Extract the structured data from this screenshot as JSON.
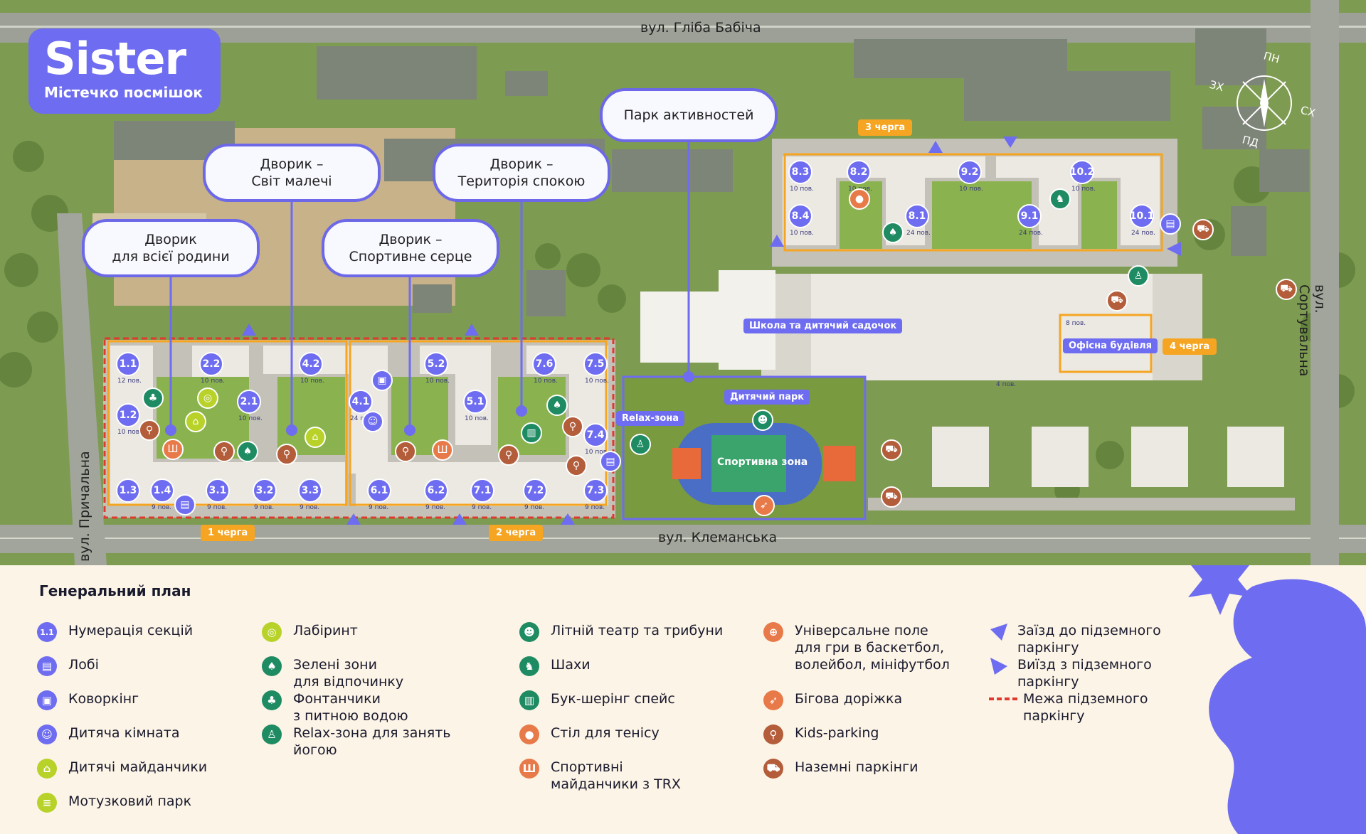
{
  "brand": {
    "name": "Sister",
    "tagline": "Містечко посмішок",
    "accent": "#6e6cf0",
    "orange": "#f5a522"
  },
  "streets": {
    "top": "вул. Гліба Бабіча",
    "bottom": "вул. Клеманська",
    "left": "вул. Причальна",
    "right": "вул. Сортувальна"
  },
  "compass": [
    "ПН",
    "СХ",
    "ПД",
    "ЗХ"
  ],
  "callouts": {
    "activity_park": "Парк активностей",
    "kids_world": "Дворик –\nСвіт малечі",
    "calm": "Дворик –\nТериторія спокою",
    "family": "Дворик\nдля всієї родини",
    "sport_heart": "Дворик –\nСпортивне серце"
  },
  "phases": {
    "p1": "1 черга",
    "p2": "2 черга",
    "p3": "3 черга",
    "p4": "4 черга"
  },
  "zones": {
    "school": "Школа та дитячий садочок",
    "office": "Офісна будівля",
    "office_floors": "8 пов.",
    "school_floors": "4 пов.",
    "kids_park": "Дитячий парк",
    "relax": "Relax-зона",
    "sport": "Спортивна зона"
  },
  "sections": [
    {
      "id": "1.1",
      "floors": "12 пов."
    },
    {
      "id": "1.2",
      "floors": "10 пов."
    },
    {
      "id": "1.3",
      "floors": ""
    },
    {
      "id": "1.4",
      "floors": "9 пов."
    },
    {
      "id": "2.1",
      "floors": "10 пов."
    },
    {
      "id": "2.2",
      "floors": "10 пов."
    },
    {
      "id": "3.1",
      "floors": "9 пов."
    },
    {
      "id": "3.2",
      "floors": "9 пов."
    },
    {
      "id": "3.3",
      "floors": "9 пов."
    },
    {
      "id": "4.1",
      "floors": "24 пов."
    },
    {
      "id": "4.2",
      "floors": "10 пов."
    },
    {
      "id": "5.1",
      "floors": "10 пов."
    },
    {
      "id": "5.2",
      "floors": "10 пов."
    },
    {
      "id": "6.1",
      "floors": "9 пов."
    },
    {
      "id": "6.2",
      "floors": "9 пов."
    },
    {
      "id": "7.1",
      "floors": "9 пов."
    },
    {
      "id": "7.2",
      "floors": "9 пов."
    },
    {
      "id": "7.3",
      "floors": "9 пов."
    },
    {
      "id": "7.4",
      "floors": "10 пов."
    },
    {
      "id": "7.5",
      "floors": "10 пов."
    },
    {
      "id": "7.6",
      "floors": "10 пов."
    },
    {
      "id": "8.1",
      "floors": "24 пов."
    },
    {
      "id": "8.2",
      "floors": "10 пов."
    },
    {
      "id": "8.3",
      "floors": "10 пов."
    },
    {
      "id": "8.4",
      "floors": "10 пов."
    },
    {
      "id": "9.1",
      "floors": "24 пов."
    },
    {
      "id": "9.2",
      "floors": "10 пов."
    },
    {
      "id": "10.1",
      "floors": "24 пов."
    },
    {
      "id": "10.2",
      "floors": "10 пов."
    }
  ],
  "legend": {
    "title": "Генеральний план",
    "badge_sample": "1.1",
    "items": [
      {
        "label": "Нумерація секцій",
        "icon": "section-number-icon",
        "color": "#6e6cf0"
      },
      {
        "label": "Лобі",
        "icon": "lobby-icon",
        "color": "#6e6cf0"
      },
      {
        "label": "Коворкінг",
        "icon": "coworking-icon",
        "color": "#6e6cf0"
      },
      {
        "label": "Дитяча кімната",
        "icon": "kids-room-icon",
        "color": "#6e6cf0"
      },
      {
        "label": "Дитячі майданчики",
        "icon": "playground-icon",
        "color": "#b8d22a"
      },
      {
        "label": "Мотузковий парк",
        "icon": "rope-park-icon",
        "color": "#b8d22a"
      },
      {
        "label": "Лабіринт",
        "icon": "labyrinth-icon",
        "color": "#b8d22a"
      },
      {
        "label": "Зелені зони\nдля відпочинку",
        "icon": "green-zone-icon",
        "color": "#1e8b63"
      },
      {
        "label": "Фонтанчики\nз питною водою",
        "icon": "fountain-icon",
        "color": "#1e8b63"
      },
      {
        "label": "Relax-зона для занять\nйогою",
        "icon": "yoga-icon",
        "color": "#1e8b63"
      },
      {
        "label": "Літній театр та трибуни",
        "icon": "theater-icon",
        "color": "#1e8b63"
      },
      {
        "label": "Шахи",
        "icon": "chess-icon",
        "color": "#1e8b63"
      },
      {
        "label": "Бук-шерінг спейс",
        "icon": "book-sharing-icon",
        "color": "#1e8b63"
      },
      {
        "label": "Стіл для тенісу",
        "icon": "tennis-icon",
        "color": "#e87a4a"
      },
      {
        "label": "Спортивні\nмайданчики з TRX",
        "icon": "trx-icon",
        "color": "#e87a4a"
      },
      {
        "label": "Універсальне поле\nдля гри в баскетбол,\nволейбол, мініфутбол",
        "icon": "ball-field-icon",
        "color": "#e87a4a"
      },
      {
        "label": "Бігова доріжка",
        "icon": "running-track-icon",
        "color": "#e87a4a"
      },
      {
        "label": "Kids-parking",
        "icon": "kids-parking-icon",
        "color": "#b35d3a"
      },
      {
        "label": "Наземні паркінги",
        "icon": "ground-parking-icon",
        "color": "#b35d3a"
      },
      {
        "label": "Заїзд до підземного\nпаркінгу",
        "icon": "parking-entry-icon",
        "color": "#6e6cf0"
      },
      {
        "label": "Виїзд з підземного\nпаркінгу",
        "icon": "parking-exit-icon",
        "color": "#6e6cf0"
      },
      {
        "label": "Межа підземного\nпаркінгу",
        "icon": "parking-boundary-icon",
        "color": "#e0392f"
      }
    ]
  }
}
